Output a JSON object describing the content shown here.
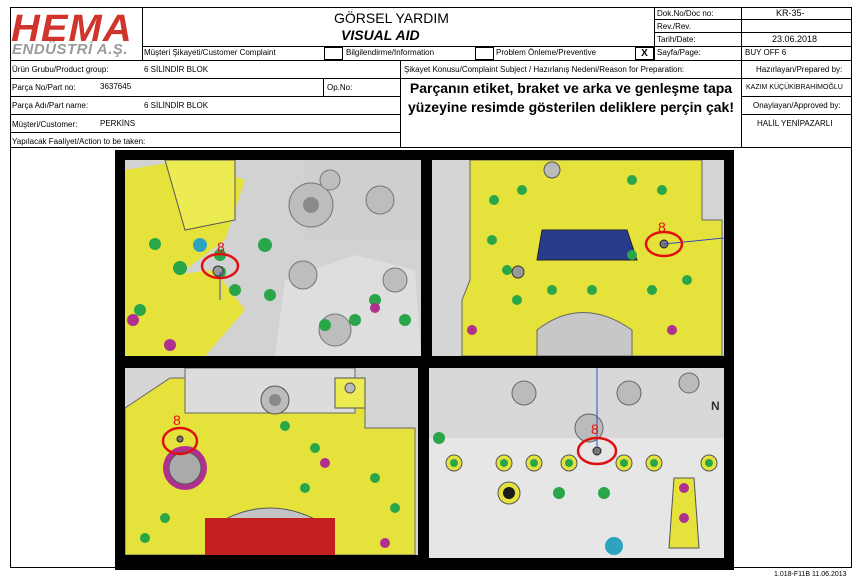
{
  "header": {
    "logo_main": "HEMA",
    "logo_sub": "ENDÜSTRİ A.Ş.",
    "title_tr": "GÖRSEL YARDIM",
    "title_en": "VISUAL AID",
    "doc_no_label": "Dok.No/Doc no:",
    "doc_no_value": "KR-35-",
    "rev_label": "Rev./Rev.",
    "rev_value": "",
    "date_label": "Tarih/Date:",
    "date_value": "23.06.2018",
    "page_label": "Sayfa/Page:",
    "page_value": "BUY OFF 6"
  },
  "categories": {
    "customer_complaint": "Müşteri Şikayeti/Customer Complaint",
    "information": "Bilgilendirme/Information",
    "preventive": "Problem Önleme/Preventive",
    "preventive_mark": "X"
  },
  "fields": {
    "product_group_label": "Ürün Grubu/Product group:",
    "product_group_value": "6 SİLİNDİR BLOK",
    "part_no_label": "Parça No/Part no:",
    "part_no_value": "3637645",
    "op_no_label": "Op.No:",
    "part_name_label": "Parça Adı/Part name:",
    "part_name_value": "6 SİLİNDİR BLOK",
    "customer_label": "Müşteri/Customer:",
    "customer_value": "PERKİNS",
    "subject_label": "Şikayet Konusu/Complaint Subject / Hazırlanış Nedeni/Reason for Preparation:",
    "description": "Parçanın etiket, braket ve arka ve genleşme tapa yüzeyine resimde gösterilen deliklere perçin çak!",
    "prepared_label": "Hazırlayan/Prepared by:",
    "prepared_value": "KAZIM KÜÇÜKİBRAHİMOĞLU",
    "approved_label": "Onaylayan/Approved by:",
    "approved_value": "HALİL YENİPAZARLI",
    "action_label": "Yapılacak Faaliyet/Action to be taken:"
  },
  "photos": {
    "marker_label": "8",
    "letter_n": "N"
  },
  "footer": {
    "form_code": "1.018-F11B 11.06.2013"
  },
  "colors": {
    "brand_red": "#d1342a",
    "part_yellow": "#e6e23c",
    "marker_red": "#e01010",
    "hole_green": "#2aa64a",
    "hole_magenta": "#b03090"
  }
}
